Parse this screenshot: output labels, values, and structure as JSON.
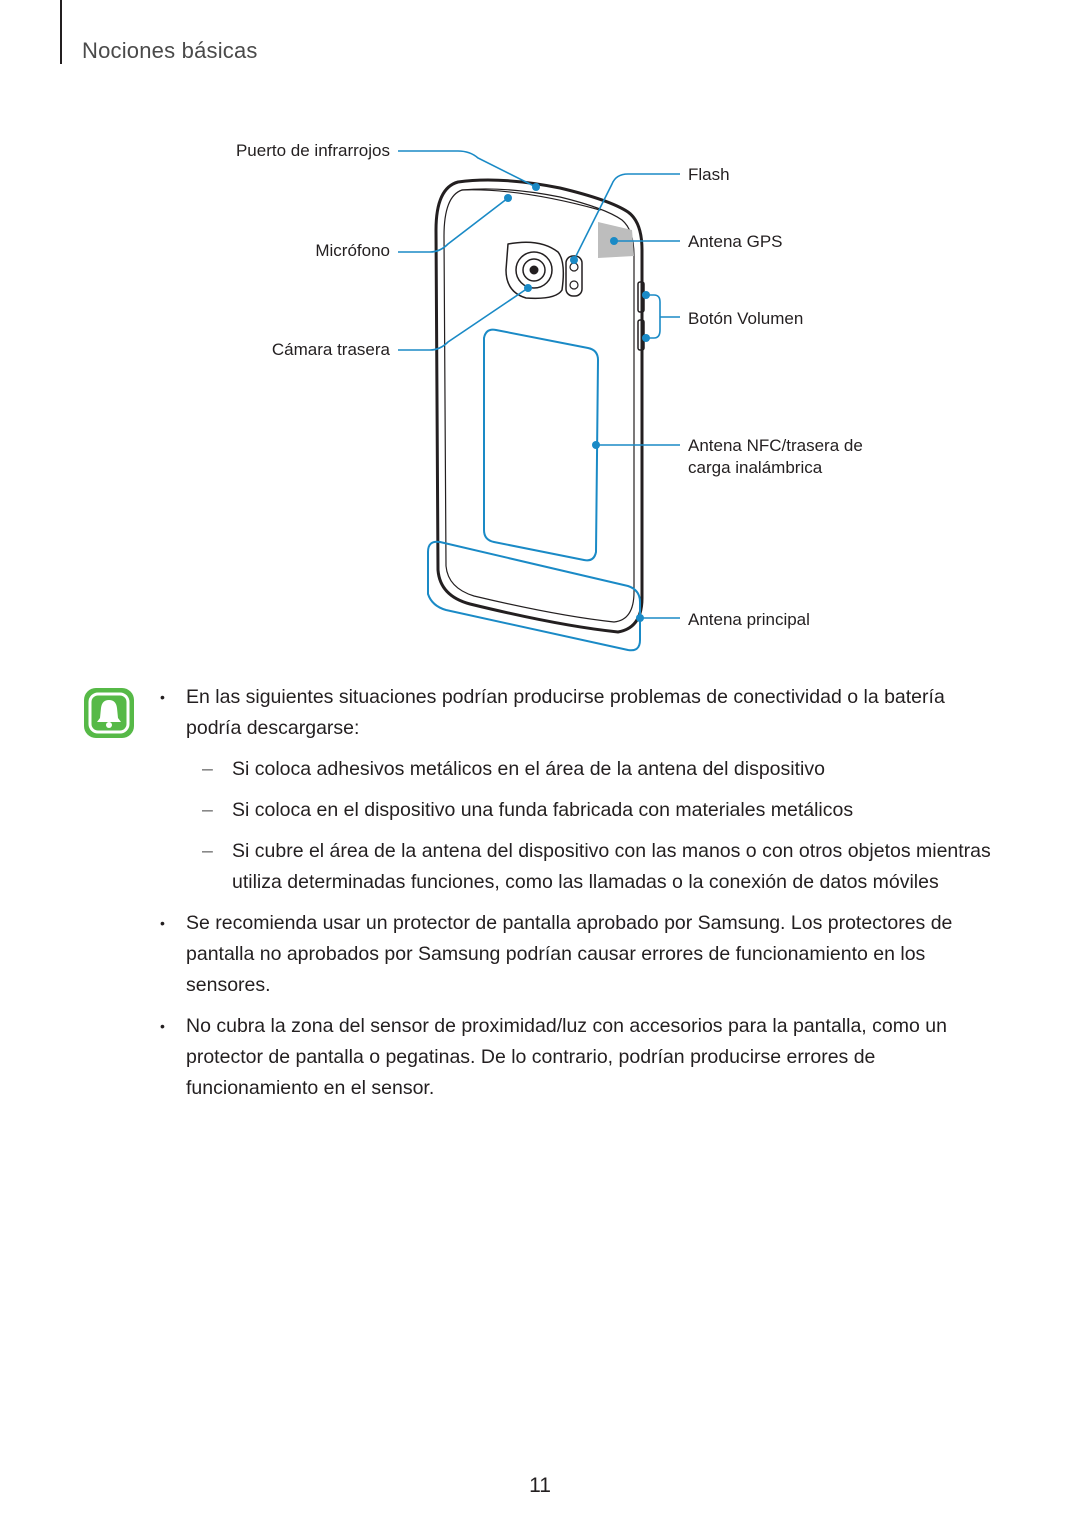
{
  "header": {
    "section_title": "Nociones básicas"
  },
  "diagram": {
    "callouts": {
      "infrared": "Puerto de infrarrojos",
      "microphone": "Micrófono",
      "rear_camera": "Cámara trasera",
      "flash": "Flash",
      "gps_antenna": "Antena GPS",
      "volume_button": "Botón Volumen",
      "nfc_antenna": "Antena NFC/trasera de carga inalámbrica",
      "main_antenna": "Antena principal"
    },
    "colors": {
      "callout_line": "#1a8ac6",
      "device_outline": "#231f20"
    }
  },
  "notice": {
    "icon": "bell-notice-icon",
    "icon_color": "#56b947",
    "bullets": [
      {
        "text": "En las siguientes situaciones podrían producirse problemas de conectividad o la batería podría descargarse:",
        "subitems": [
          "Si coloca adhesivos metálicos en el área de la antena del dispositivo",
          "Si coloca en el dispositivo una funda fabricada con materiales metálicos",
          "Si cubre el área de la antena del dispositivo con las manos o con otros objetos mientras utiliza determinadas funciones, como las llamadas o la conexión de datos móviles"
        ]
      },
      {
        "text": "Se recomienda usar un protector de pantalla aprobado por Samsung. Los protectores de pantalla no aprobados por Samsung podrían causar errores de funcionamiento en los sensores."
      },
      {
        "text": "No cubra la zona del sensor de proximidad/luz con accesorios para la pantalla, como un protector de pantalla o pegatinas. De lo contrario, podrían producirse errores de funcionamiento en el sensor."
      }
    ],
    "bullet_symbol": "•",
    "dash_symbol": "–"
  },
  "footer": {
    "page_number": "11"
  }
}
